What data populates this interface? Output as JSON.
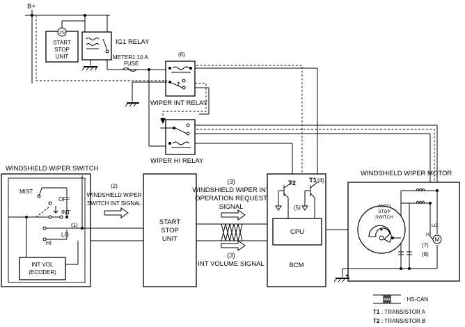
{
  "labels": {
    "supply": "B+",
    "start_stop_unit_small": [
      "START",
      "STOP",
      "UNIT"
    ],
    "ig1_relay": "IG1 RELAY",
    "meter_fuse_line1": "METER1 10 A",
    "meter_fuse_line2": "FUSE",
    "wiper_int_relay": "WIPER INT RELAY",
    "wiper_hi_relay": "WIPER HI RELAY",
    "wiper_switch_title": "WINDSHIELD WIPER SWITCH",
    "wiper_motor_title": "WINDSHIELD WIPER MOTOR",
    "switch_positions": {
      "mist": "MIST",
      "off": "OFF",
      "int": "INT",
      "lo": "LO",
      "hi": "HI"
    },
    "int_vol_line1": "INT VOL",
    "int_vol_line2": "(ECODER)",
    "signal2_num": "(2)",
    "signal2_line1": "WINDSHIELD WIPER",
    "signal2_line2": "SWITCH INT SIGNAL",
    "start_stop_unit_big": [
      "START",
      "STOP",
      "UNIT"
    ],
    "signal3a_num": "(3)",
    "signal3a_line1": "WINDSHIELD WIPER INT",
    "signal3a_line2": "OPERATION REQUEST",
    "signal3a_line3": "SIGNAL",
    "signal3b_num": "(3)",
    "signal3b_line1": "INT VOLUME SIGNAL",
    "bcm": "BCM",
    "cpu": "CPU",
    "t2": "T2",
    "t1": "T1",
    "num_1": "(1)",
    "num_4": "(4)",
    "num_5": "(5)",
    "num_6": "(6)",
    "num_7": "(7)",
    "num_8": "(8)",
    "auto_stop_line1": "AUTO",
    "auto_stop_line2": "STOP",
    "auto_stop_line3": "SWITCH",
    "motor_lo": "LO",
    "motor_hi": "HI",
    "motor_symbol": "M",
    "relay_mark": "2S"
  },
  "legend": {
    "hs_can": ": HS-CAN",
    "t1_key": "T1",
    "t1_text": ": TRANSISTOR A",
    "t2_key": "T2",
    "t2_text": ": TRANSISTOR B"
  }
}
